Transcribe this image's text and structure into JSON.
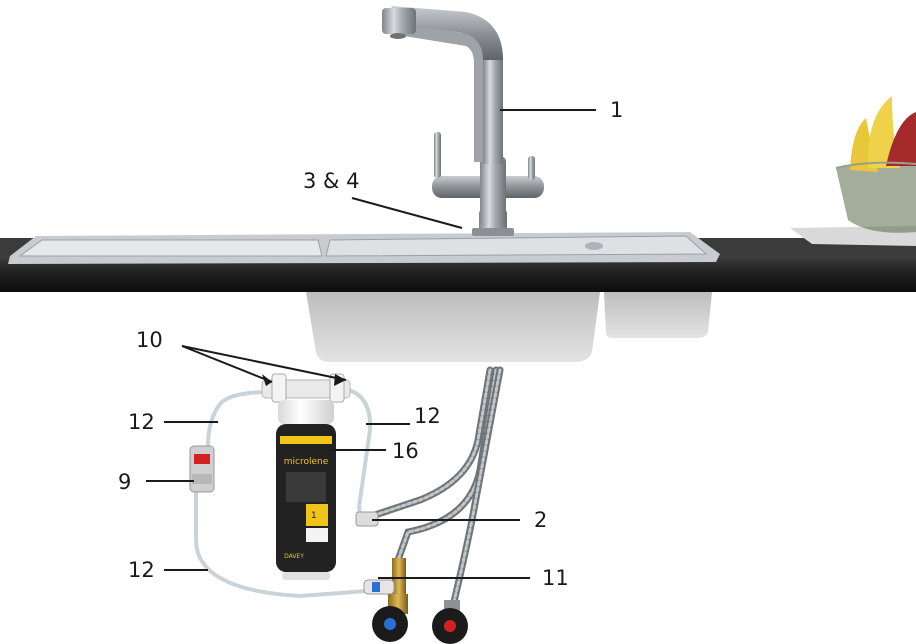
{
  "labels": {
    "tap": "1",
    "tap_base": "3 & 4",
    "connectors": "10",
    "tube_left_upper": "12",
    "tube_right": "12",
    "tube_lower": "12",
    "cartridge": "16",
    "valve": "9",
    "flexi_connector": "2",
    "isolation_valve": "11"
  },
  "product": {
    "brand": "microlene",
    "maker": "DAVEY",
    "stage": "1"
  },
  "colors": {
    "accent_yellow": "#f0c419",
    "label_cartridge": "#1e1e1e",
    "valve_red": "#d32020",
    "valve_blue": "#2a6fd6",
    "steel": "#a9aeb2",
    "worktop": "#1c1c1c"
  }
}
